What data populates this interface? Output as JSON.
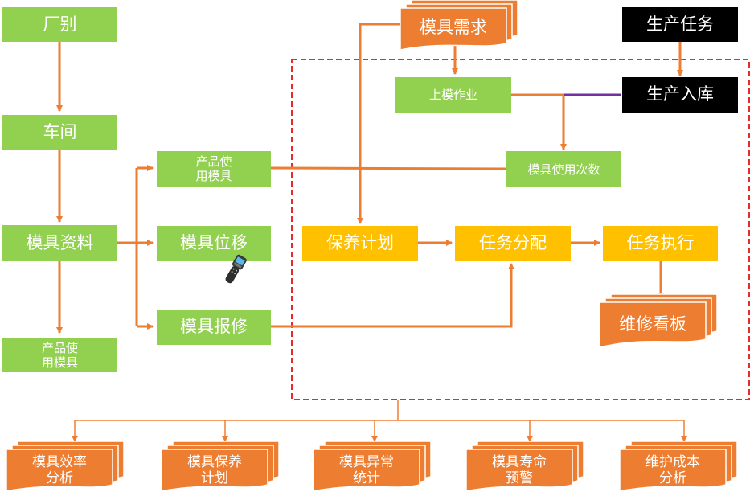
{
  "colors": {
    "green": "#92d050",
    "orange": "#ed7d31",
    "yellow": "#ffc000",
    "black": "#000000",
    "dashed_border": "#e52b2b",
    "purple": "#7030a0"
  },
  "nodes": {
    "factory": "厂别",
    "workshop": "车间",
    "mold_data": "模具资料",
    "product_mold_left": "产品使\n用模具",
    "product_mold_mid": "产品使\n用模具",
    "mold_move": "模具位移",
    "mold_repair": "模具报修",
    "mold_demand": "模具需求",
    "production_task": "生产任务",
    "production_storage": "生产入库",
    "mold_mounting": "上模作业",
    "mold_usage_count": "模具使用次数",
    "maintenance_plan": "保养计划",
    "task_assign": "任务分配",
    "task_execute": "任务执行",
    "repair_board": "维修看板"
  },
  "reports": [
    "模具效率\n分析",
    "模具保养\n计划",
    "模具异常\n统计",
    "模具寿命\n预警",
    "维护成本\n分析"
  ],
  "icons": {
    "scanner": "handheld-scanner-icon"
  }
}
